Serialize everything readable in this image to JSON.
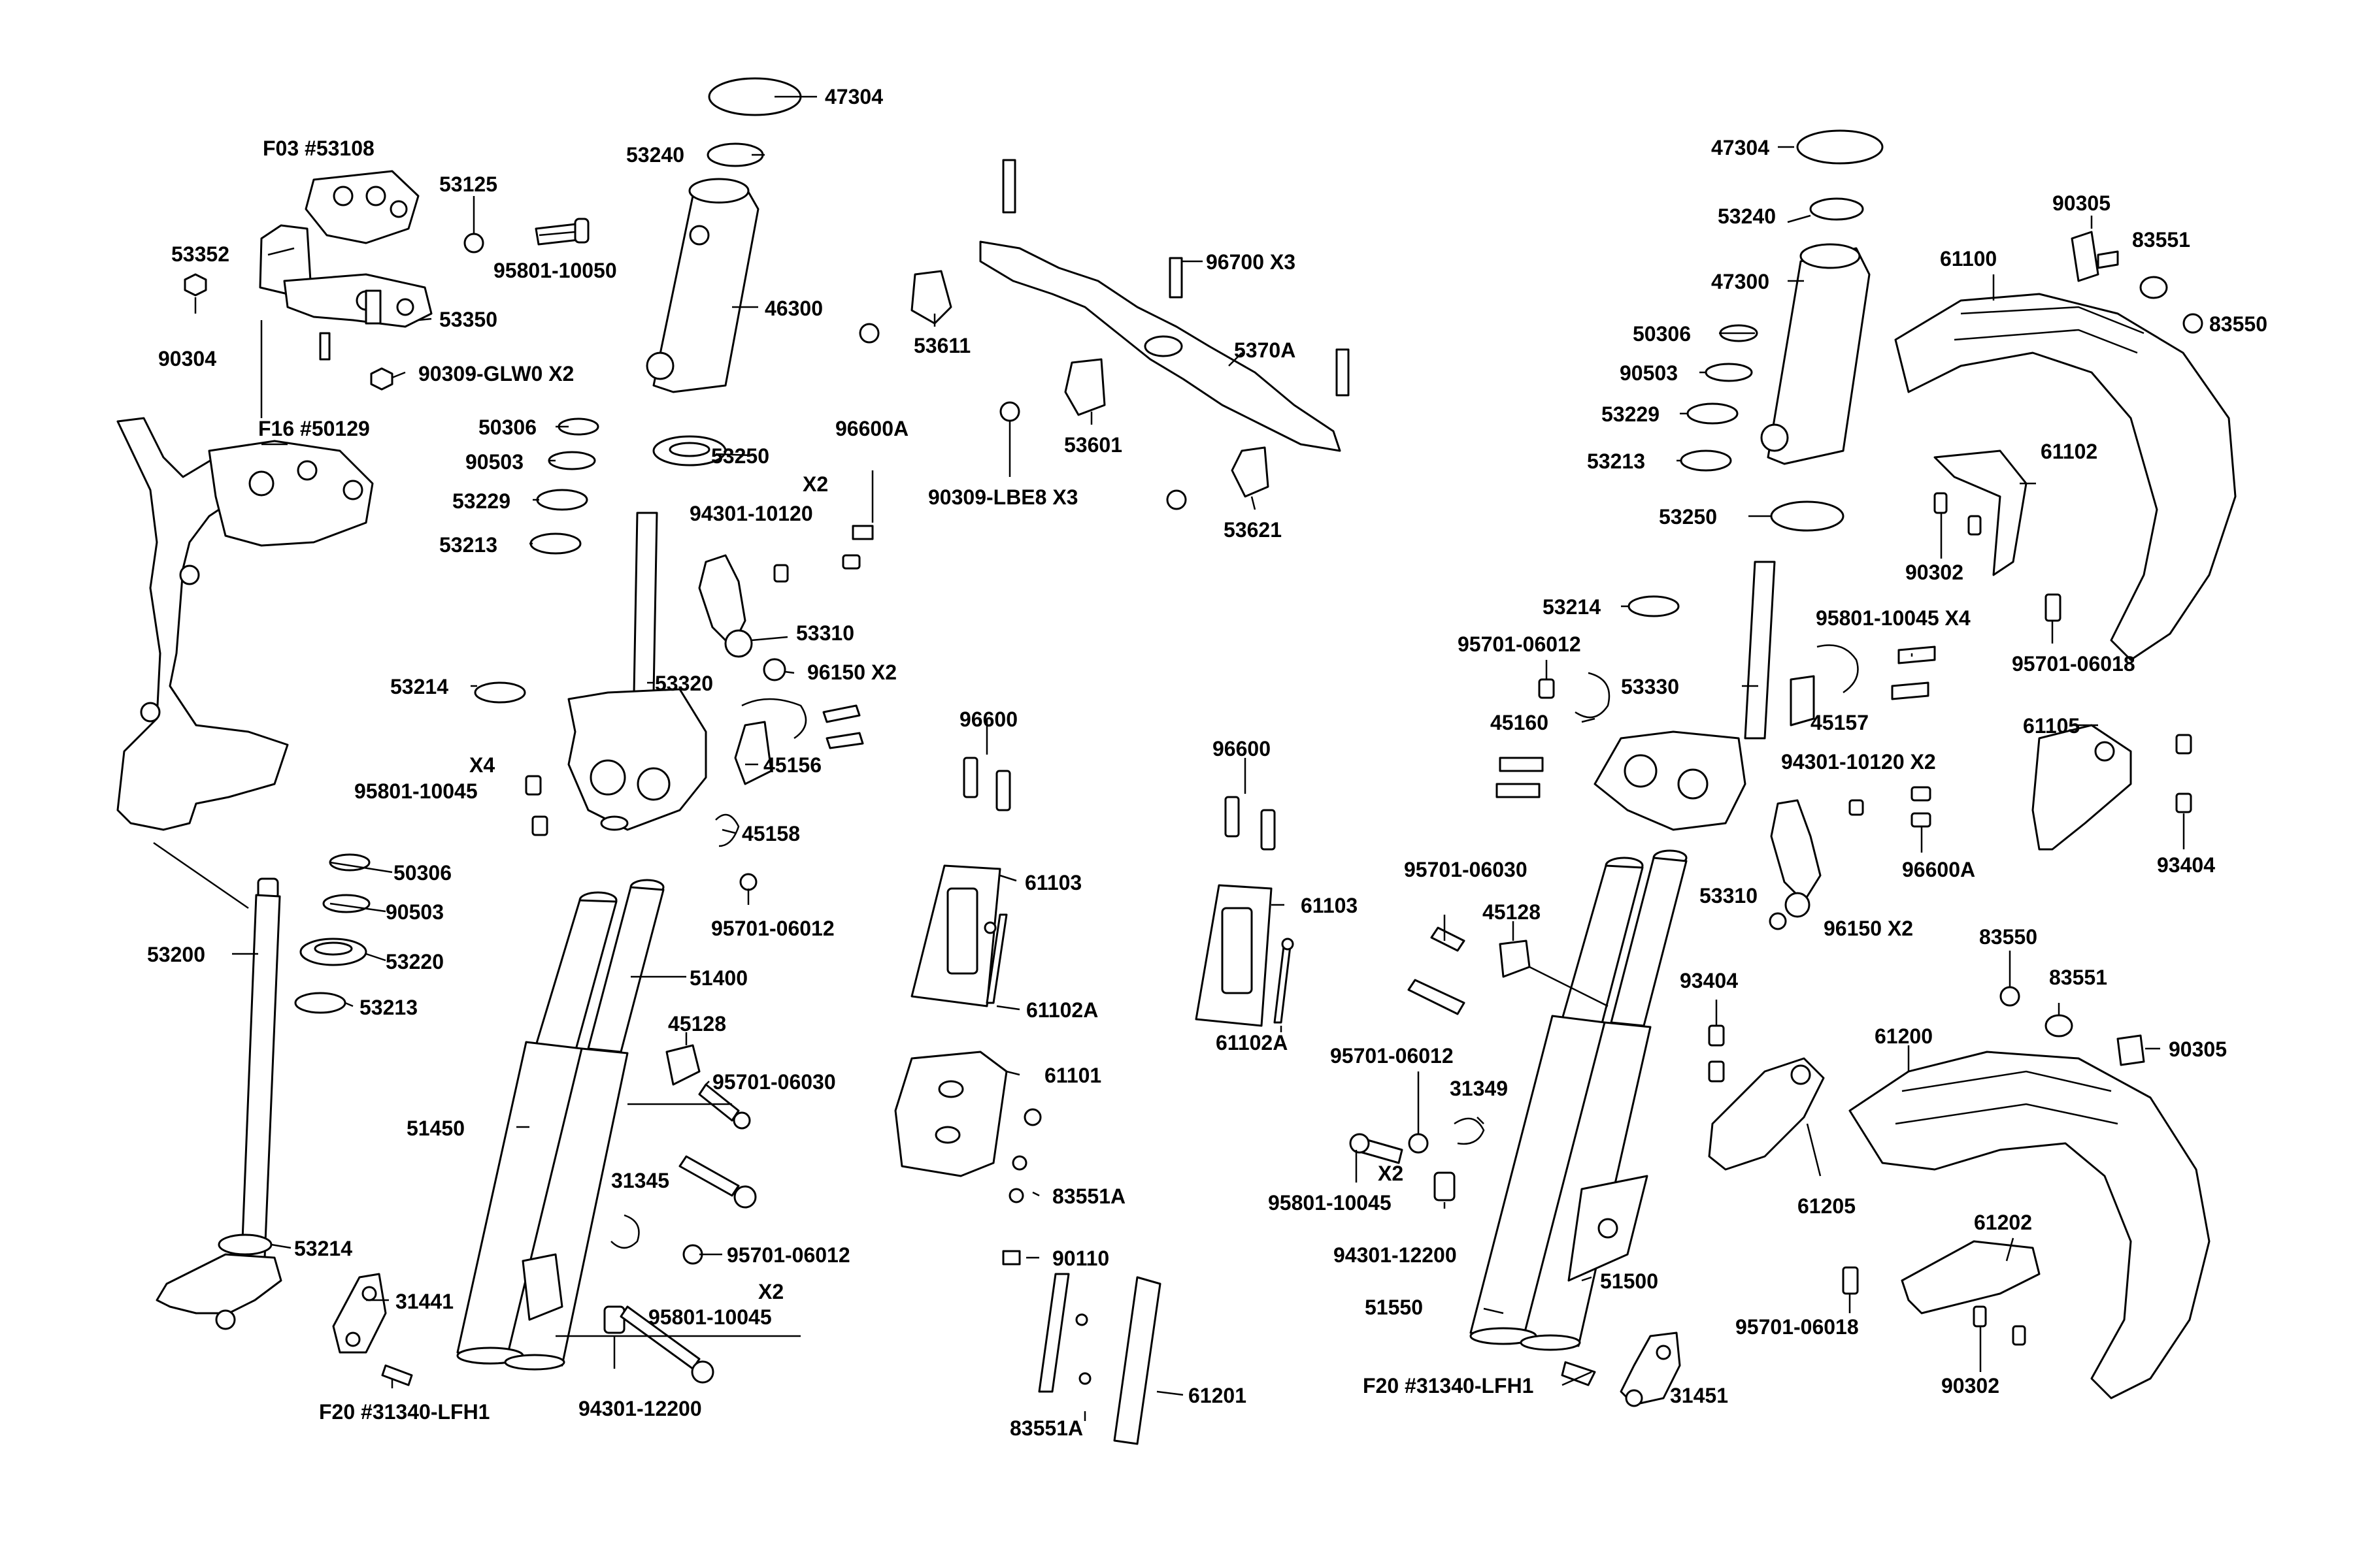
{
  "diagram": {
    "labels": [
      "47304",
      "53240",
      "46300",
      "53250",
      "F03 #53108",
      "53125",
      "53352",
      "95801-10050",
      "53350",
      "90304",
      "90309-GLW0 X2",
      "F16 #50129",
      "50306",
      "90503",
      "53229",
      "53213",
      "53320",
      "53214",
      "X4",
      "95801-10045",
      "53200",
      "50306",
      "90503",
      "53220",
      "53213",
      "53214",
      "51400",
      "51450",
      "45128",
      "95701-06030",
      "31345",
      "95701-06012",
      "X2",
      "95801-10045",
      "31441",
      "F20 #31340-LFH1",
      "94301-12200",
      "96600A",
      "X2",
      "94301-10120",
      "53310",
      "96150  X2",
      "45156",
      "45158",
      "95701-06012",
      "96700  X3",
      "53611",
      "5370A",
      "53601",
      "90309-LBE8 X3",
      "53621",
      "96600",
      "61103",
      "61102A",
      "61101",
      "83551A",
      "90110",
      "61201",
      "83551A",
      "96600",
      "61103",
      "61102A",
      "47304",
      "53240",
      "47300",
      "50306",
      "90503",
      "53229",
      "53213",
      "53250",
      "53214",
      "95701-06012",
      "45160",
      "53330",
      "95701-06030",
      "45128",
      "95701-06012",
      "31349",
      "X2",
      "95801-10045",
      "94301-12200",
      "51550",
      "51500",
      "F20 #31340-LFH1",
      "31451",
      "90305",
      "83551",
      "83550",
      "61100",
      "61102",
      "90302",
      "95801-10045 X4",
      "95701-06018",
      "45157",
      "94301-10120 X2",
      "96600A",
      "61105",
      "93404",
      "53310",
      "96150  X2",
      "93404",
      "61205",
      "83550",
      "83551",
      "90305",
      "61200",
      "61202",
      "95701-06018",
      "90302"
    ]
  }
}
